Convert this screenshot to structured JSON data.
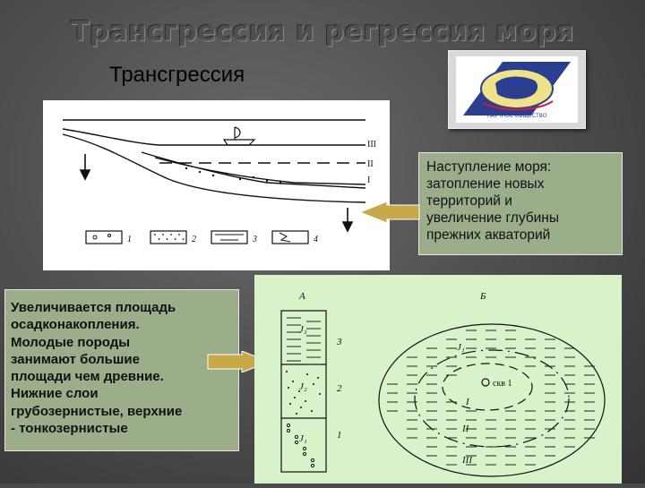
{
  "title": "Трансгрессия и регрессия  моря",
  "subtitle": "Трансгрессия",
  "note_top": [
    "Наступление  моря:",
    "затопление новых",
    "территорий и",
    "увеличение глубины",
    "прежних акваторий"
  ],
  "note_left": [
    "Увеличивается площадь",
    "осадконакопления.",
    "Молодые породы",
    "занимают большие",
    "площади чем древние.",
    "Нижние слои",
    "грубозернистые, верхние",
    "- тонкозернистые"
  ],
  "cross_section": {
    "level_labels": [
      "III",
      "II",
      "I"
    ],
    "legend": [
      "1",
      "2",
      "3",
      "4"
    ]
  },
  "map_diagram": {
    "column_label": "А",
    "map_label": "Б",
    "column_units": [
      "J₃",
      "J₂",
      "J₁"
    ],
    "column_numbers": [
      "3",
      "2",
      "1"
    ],
    "map_units": [
      "J₁",
      "I",
      "II",
      "III"
    ],
    "well_label": "скв 1"
  },
  "colors": {
    "note_bg": "#9cad8a",
    "map_bg": "#d8f3c9",
    "arrow": "#c7a94a"
  }
}
